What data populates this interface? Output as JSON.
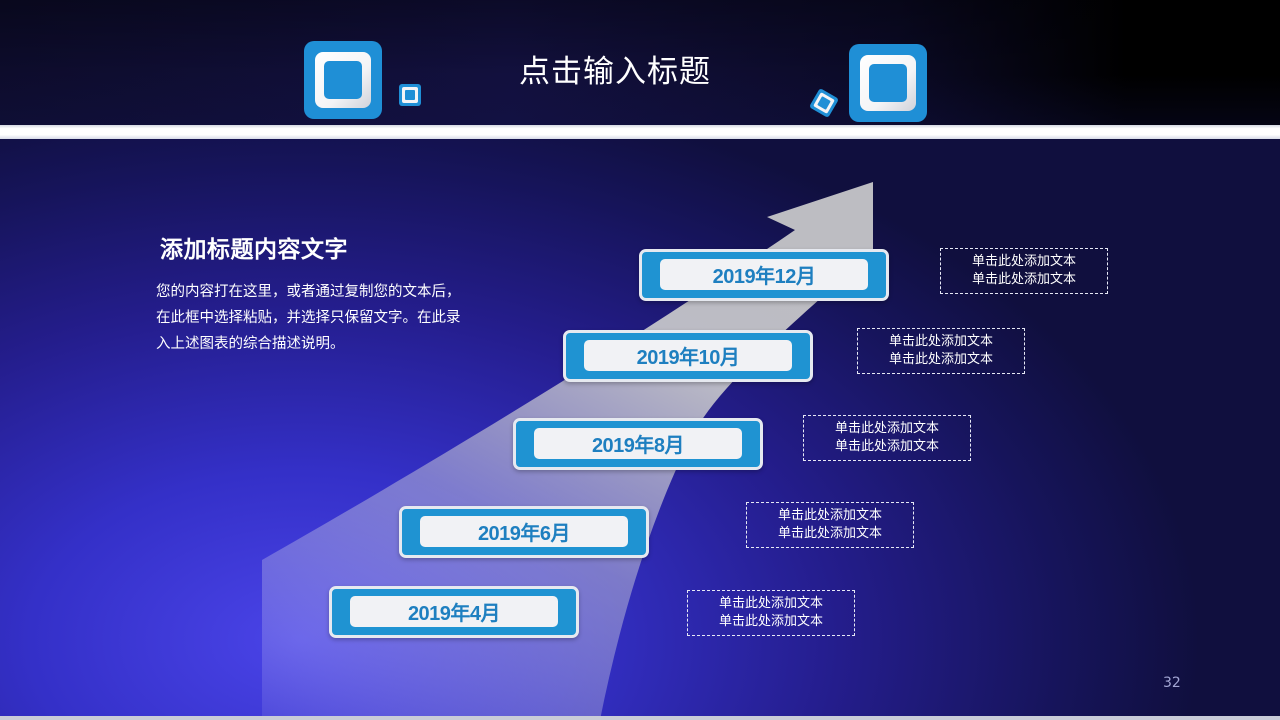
{
  "slide": {
    "title": "点击输入标题",
    "page_number": "32"
  },
  "content": {
    "heading": "添加标题内容文字",
    "description": "您的内容打在这里，或者通过复制您的文本后，在此框中选择粘贴，并选择只保留文字。在此录入上述图表的综合描述说明。"
  },
  "timeline": {
    "milestones": [
      {
        "label": "2019年12月",
        "note_line1": "单击此处添加文本",
        "note_line2": "单击此处添加文本"
      },
      {
        "label": "2019年10月",
        "note_line1": "单击此处添加文本",
        "note_line2": "单击此处添加文本"
      },
      {
        "label": "2019年8月",
        "note_line1": "单击此处添加文本",
        "note_line2": "单击此处添加文本"
      },
      {
        "label": "2019年6月",
        "note_line1": "单击此处添加文本",
        "note_line2": "单击此处添加文本"
      },
      {
        "label": "2019年4月",
        "note_line1": "单击此处添加文本",
        "note_line2": "单击此处添加文本"
      }
    ]
  },
  "colors": {
    "accent_blue": "#1f93d2",
    "label_text": "#1e7fc0",
    "label_bg": "#f1f2f5",
    "background_dark": "#100f3e",
    "background_glow": "#4a44e8",
    "arrow_gray": "#bdbdc4"
  },
  "icons": {
    "decorative_squares": [
      "square-frame-icon",
      "square-frame-icon",
      "square-frame-icon",
      "square-frame-icon"
    ],
    "arrow": "rising-arrow-icon"
  }
}
